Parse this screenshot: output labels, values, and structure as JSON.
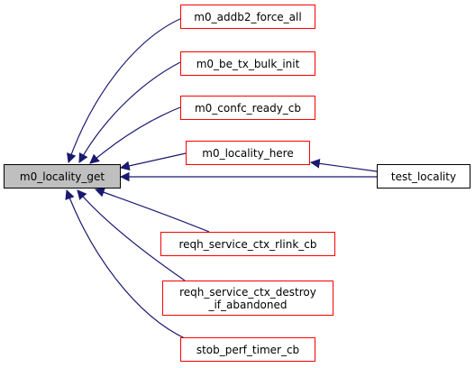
{
  "graph": {
    "focus_node": "m0_locality_get",
    "callers": [
      {
        "id": "addb2",
        "label": "m0_addb2_force_all"
      },
      {
        "id": "be_tx",
        "label": "m0_be_tx_bulk_init"
      },
      {
        "id": "confc",
        "label": "m0_confc_ready_cb"
      },
      {
        "id": "here",
        "label": "m0_locality_here"
      },
      {
        "id": "rlink",
        "label": "reqh_service_ctx_rlink_cb"
      },
      {
        "id": "destroy",
        "label": "reqh_service_ctx_destroy\n_if_abandoned"
      },
      {
        "id": "stob",
        "label": "stob_perf_timer_cb"
      }
    ],
    "test_node": "test_locality",
    "colors": {
      "edge": "#191970",
      "caller_border": "#ff0000",
      "focus_fill": "#bfbfbf",
      "test_border": "#000000"
    }
  }
}
